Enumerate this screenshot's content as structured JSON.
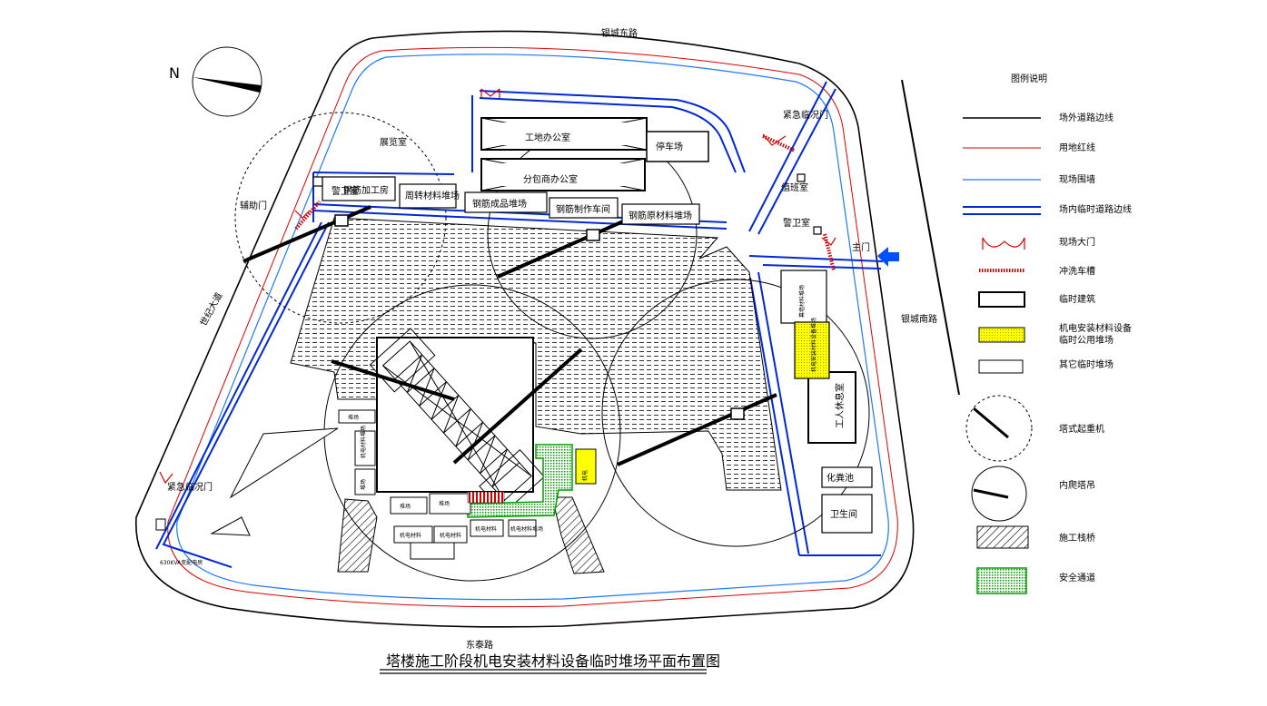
{
  "title": "塔楼施工阶段机电安装材料设备临时堆场平面布置图",
  "north": "N",
  "roads": {
    "north": "银城东路",
    "east": "银城南路",
    "south": "东泰路",
    "west": "世纪大道"
  },
  "gates": {
    "main": "主门",
    "auxiliary": "辅助门",
    "emergency_ne": "紧急临况门",
    "emergency_sw": "紧急临况门"
  },
  "buildings": {
    "exhibition": "展览室",
    "guard_north": "警卫室",
    "rebar_workshop": "钢筋加工房",
    "turnover_yard": "周转材料堆场",
    "site_office": "工地办公室",
    "parking": "停车场",
    "sub_office": "分包商办公室",
    "rebar_finished": "钢筋成品堆场",
    "rebar_shop": "钢筋制作车间",
    "rebar_raw": "钢筋原材料堆场",
    "guard_east": "警卫室",
    "duty_room": "值班室",
    "worker_rest": "工人休息室",
    "septic": "化粪池",
    "toilet": "卫生间",
    "substation": "630KVA变配电房",
    "yard_a": "幕墙材料堆场",
    "yard_b": "机电安装材料设备堆场"
  },
  "small_yards": [
    "堆场",
    "机电材料堆场",
    "堆场",
    "堆场",
    "堆场",
    "机电材料",
    "机电材料堆场",
    "机电材料",
    "机电材料",
    "机电"
  ],
  "legend": {
    "title": "图例说明",
    "items": [
      {
        "label": "场外道路边线",
        "color": "#000000"
      },
      {
        "label": "用地红线",
        "color": "#e00000"
      },
      {
        "label": "现场围墙",
        "color": "#1e78ff"
      },
      {
        "label": "场内临时道路边线",
        "color": "#0028d8"
      },
      {
        "label": "现场大门",
        "color": "#e00000"
      },
      {
        "label": "冲洗车槽",
        "color": "#d00000"
      },
      {
        "label": "临时建筑",
        "color": "#000000"
      },
      {
        "label": "机电安装材料设备\n临时公用堆场",
        "color": "#ffff00"
      },
      {
        "label": "其它临时堆场",
        "color": "#000000"
      },
      {
        "label": "塔式起重机",
        "color": "#000000"
      },
      {
        "label": "内爬塔吊",
        "color": "#000000"
      },
      {
        "label": "施工栈桥",
        "color": "#000000"
      },
      {
        "label": "安全通道",
        "color": "#00a000"
      }
    ]
  },
  "colors": {
    "outer_road": "#000000",
    "red_line": "#e00000",
    "site_wall": "#1e78ff",
    "temp_road": "#0028d8",
    "yellow_yard": "#ffff00",
    "safety_green": "#00a000",
    "arrow": "#0050ff"
  },
  "icons": {
    "north_arrow": "north-arrow-icon",
    "entry_arrow": "entry-arrow-icon",
    "gate": "gate-icon",
    "tower_crane": "tower-crane-icon"
  }
}
